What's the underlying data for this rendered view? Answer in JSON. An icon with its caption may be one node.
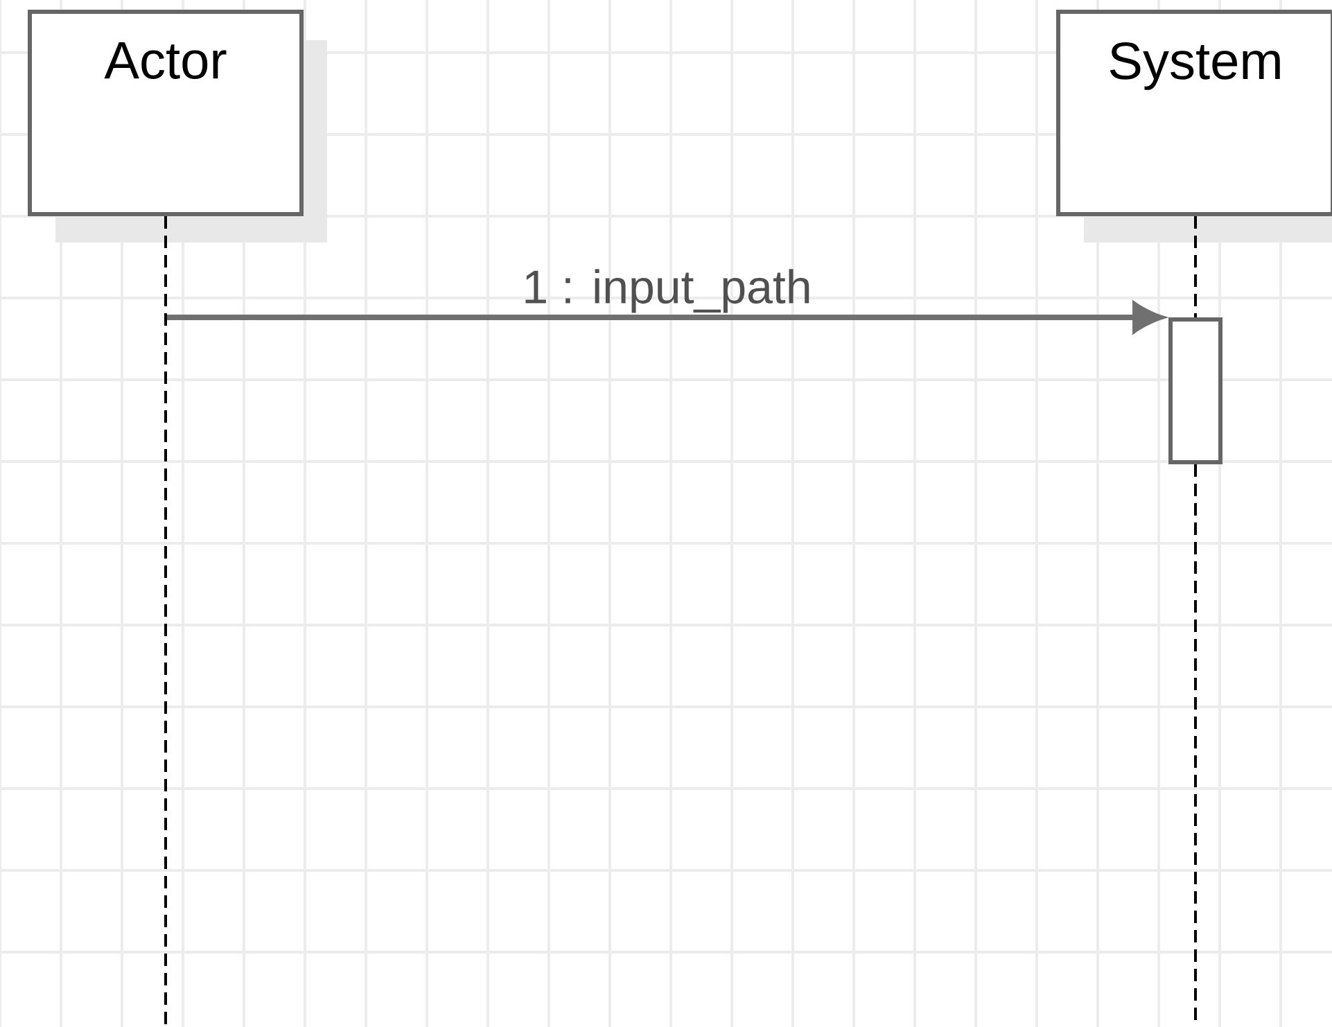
{
  "diagram": {
    "nodes": [
      {
        "text": [
          "Actor"
        ]
      },
      {
        "text": [
          "System"
        ]
      },
      {
        "text": [],
        "shape": "bar"
      }
    ],
    "edges": [
      {
        "from": 0,
        "to": 2,
        "label": "1 : input_path",
        "arrow": "to",
        "style": "thick",
        "color": "#707070"
      },
      {
        "from": 0,
        "to": null,
        "arrow": "none",
        "style": "dashed"
      },
      {
        "from": 1,
        "to": 2,
        "arrow": "none",
        "style": "dashed"
      },
      {
        "from": 2,
        "to": null,
        "arrow": "none",
        "style": "dashed"
      }
    ]
  }
}
